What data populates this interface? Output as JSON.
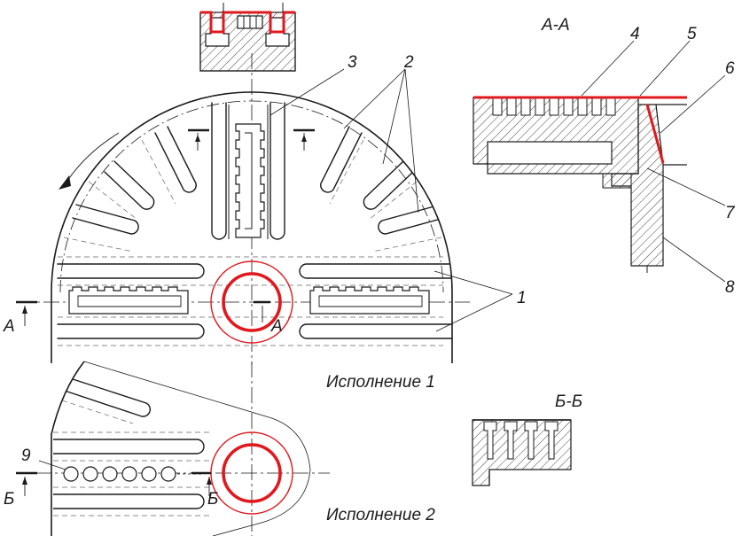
{
  "labels": {
    "section_aa_title": "А-А",
    "section_bb_title": "Б-Б",
    "version_1": "Исполнение 1",
    "version_2": "Исполнение 2",
    "cut_a_left": "А",
    "cut_a_right": "А",
    "cut_b_left": "Б",
    "cut_b_right": "Б"
  },
  "callouts": {
    "n1": "1",
    "n2": "2",
    "n3": "3",
    "n4": "4",
    "n5": "5",
    "n6": "6",
    "n7": "7",
    "n8": "8",
    "n9": "9"
  },
  "colors": {
    "line": "#1a1a1a",
    "highlight": "#e0191e",
    "hatch": "#333333"
  }
}
